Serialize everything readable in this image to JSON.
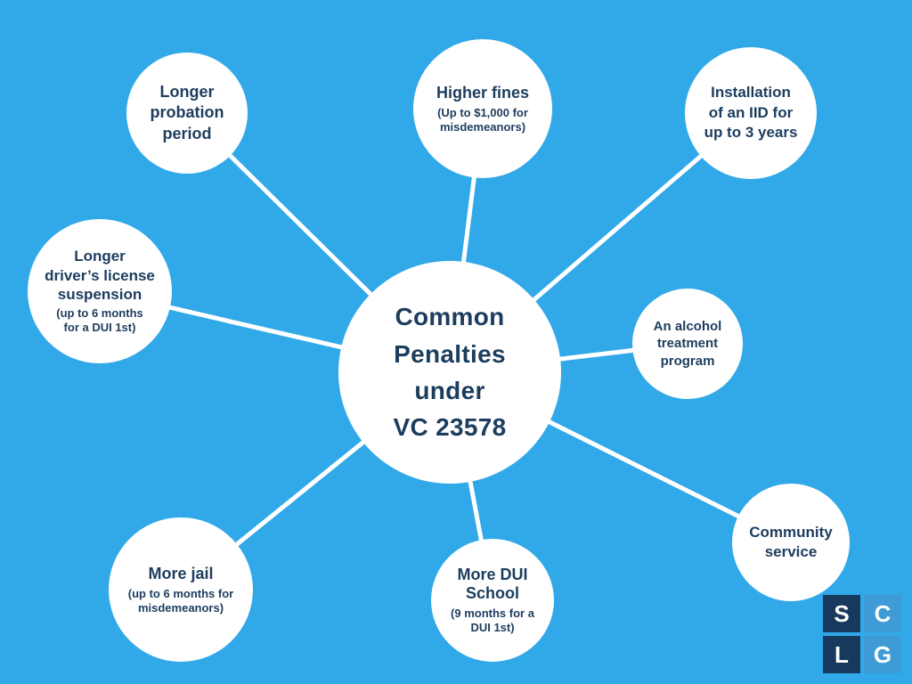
{
  "title": "Common\nPenalties\nunder\nVC 23578",
  "nodes": {
    "probation": {
      "label": "Longer\nprobation\nperiod"
    },
    "fines": {
      "label": "Higher fines",
      "note": "(Up to $1,000 for\nmisdemeanors)"
    },
    "iid": {
      "label": "Installation\nof an IID for\nup to 3 years"
    },
    "license": {
      "label": "Longer\ndriver’s license\nsuspension",
      "note": "(up to 6 months\nfor a DUI 1st)"
    },
    "alcohol": {
      "label": "An alcohol\ntreatment\nprogram"
    },
    "community": {
      "label": "Community\nservice"
    },
    "jail": {
      "label": "More jail",
      "note": "(up to 6 months for\nmisdemeanors)"
    },
    "dui_school": {
      "label": "More DUI\nSchool",
      "note": "(9 months for a\nDUI 1st)"
    }
  },
  "logo": {
    "letters": [
      "S",
      "C",
      "L",
      "G"
    ]
  },
  "colors": {
    "background": "#31A9E9",
    "circle": "#FFFFFF",
    "text": "#1D3D5E",
    "connector": "#FFFFFF",
    "logo_dark": "#17395D",
    "logo_light": "#3E9BD6"
  }
}
